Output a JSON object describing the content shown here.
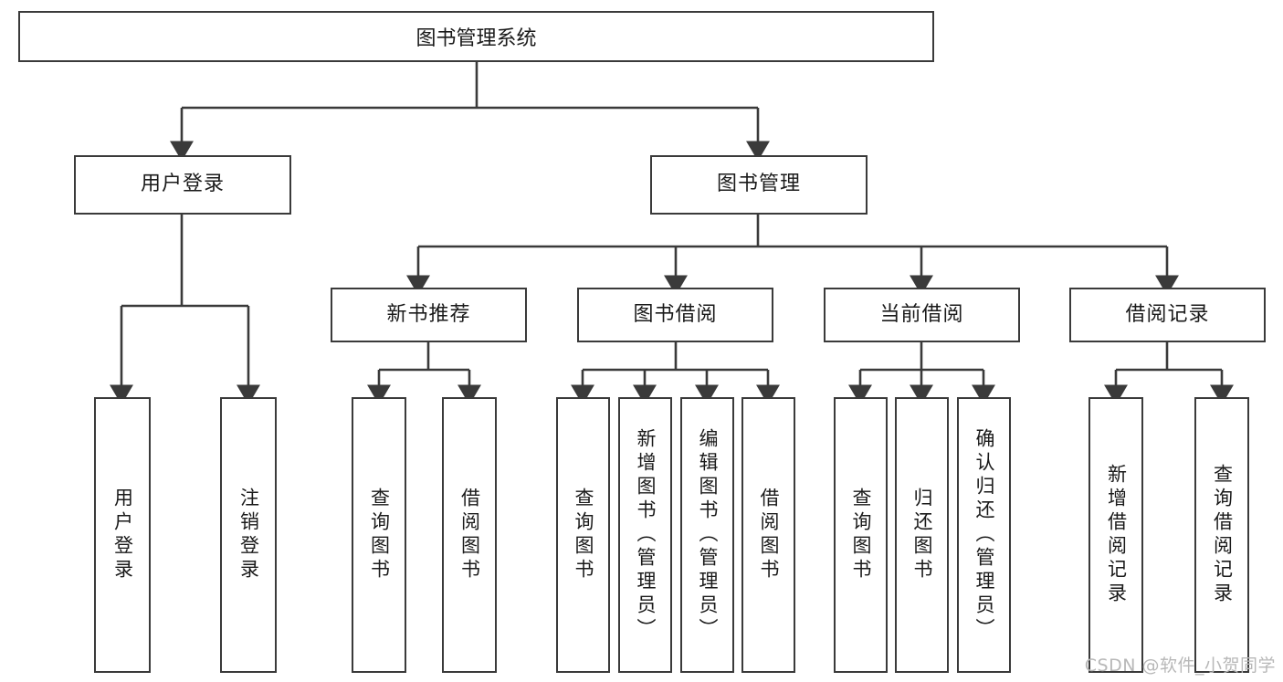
{
  "diagram": {
    "type": "hierarchy-tree",
    "title": "图书管理系统",
    "levels": 4,
    "colors": {
      "stroke": "#3a3a3a",
      "fill": "#ffffff",
      "text": "#1a1a1a",
      "watermark": "#b8b8b8"
    },
    "root": {
      "label": "图书管理系统"
    },
    "level1": [
      {
        "id": "user-login",
        "label": "用户登录"
      },
      {
        "id": "book-manage",
        "label": "图书管理"
      }
    ],
    "level2": [
      {
        "id": "new-book-rec",
        "label": "新书推荐",
        "parent": "book-manage"
      },
      {
        "id": "book-borrow",
        "label": "图书借阅",
        "parent": "book-manage"
      },
      {
        "id": "current-borrow",
        "label": "当前借阅",
        "parent": "book-manage"
      },
      {
        "id": "borrow-record",
        "label": "借阅记录",
        "parent": "book-manage"
      }
    ],
    "leaves": [
      {
        "id": "leaf-user-login",
        "label": "用户登录",
        "parent": "user-login"
      },
      {
        "id": "leaf-logout",
        "label": "注销登录",
        "parent": "user-login"
      },
      {
        "id": "leaf-query-book-1",
        "label": "查询图书",
        "parent": "new-book-rec"
      },
      {
        "id": "leaf-borrow-book-1",
        "label": "借阅图书",
        "parent": "new-book-rec"
      },
      {
        "id": "leaf-query-book-2",
        "label": "查询图书",
        "parent": "book-borrow"
      },
      {
        "id": "leaf-add-book",
        "label": "新增图书（管理员）",
        "parent": "book-borrow"
      },
      {
        "id": "leaf-edit-book",
        "label": "编辑图书（管理员）",
        "parent": "book-borrow"
      },
      {
        "id": "leaf-borrow-book-2",
        "label": "借阅图书",
        "parent": "book-borrow"
      },
      {
        "id": "leaf-query-book-3",
        "label": "查询图书",
        "parent": "current-borrow"
      },
      {
        "id": "leaf-return-book",
        "label": "归还图书",
        "parent": "current-borrow"
      },
      {
        "id": "leaf-confirm-return",
        "label": "确认归还（管理员）",
        "parent": "current-borrow"
      },
      {
        "id": "leaf-add-record",
        "label": "新增借阅记录",
        "parent": "borrow-record"
      },
      {
        "id": "leaf-query-record",
        "label": "查询借阅记录",
        "parent": "borrow-record"
      }
    ]
  },
  "watermark": {
    "text": "CSDN @软件_小贺同学"
  }
}
